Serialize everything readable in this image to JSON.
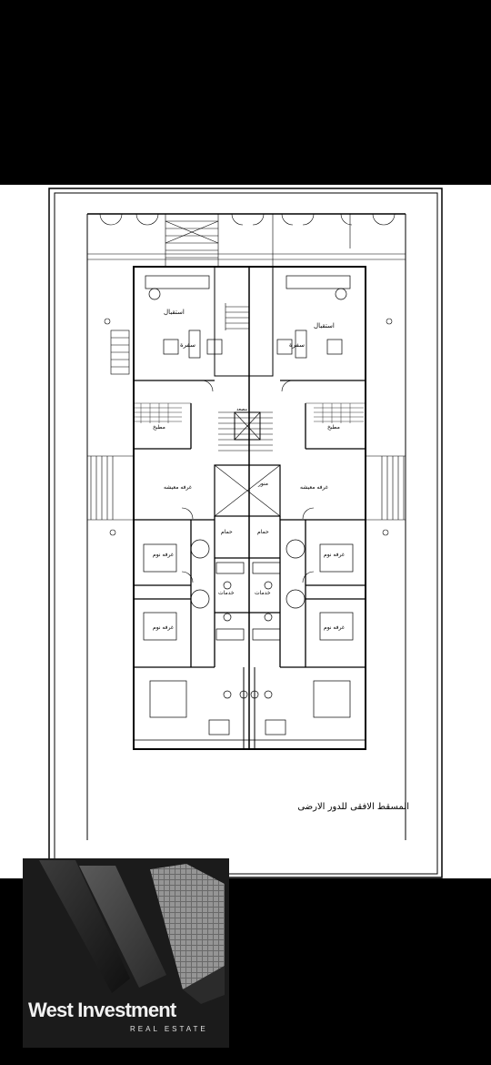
{
  "plan": {
    "title": "المسقط الافقى للدور الارضى",
    "rooms": {
      "reception": "استقبال",
      "dining": "سفرة",
      "kitchen": "مطبخ",
      "guest_room": "غرفه معيشه",
      "bedroom": "غرفه نوم",
      "bathroom": "حمام",
      "services": "خدمات",
      "elevator": "منور",
      "stairs_landing": "مصعد"
    }
  },
  "brand": {
    "name": "West Investment",
    "tagline": "REAL ESTATE",
    "accent_color": "#f2f2f2",
    "background_color": "#1b1b1b"
  }
}
